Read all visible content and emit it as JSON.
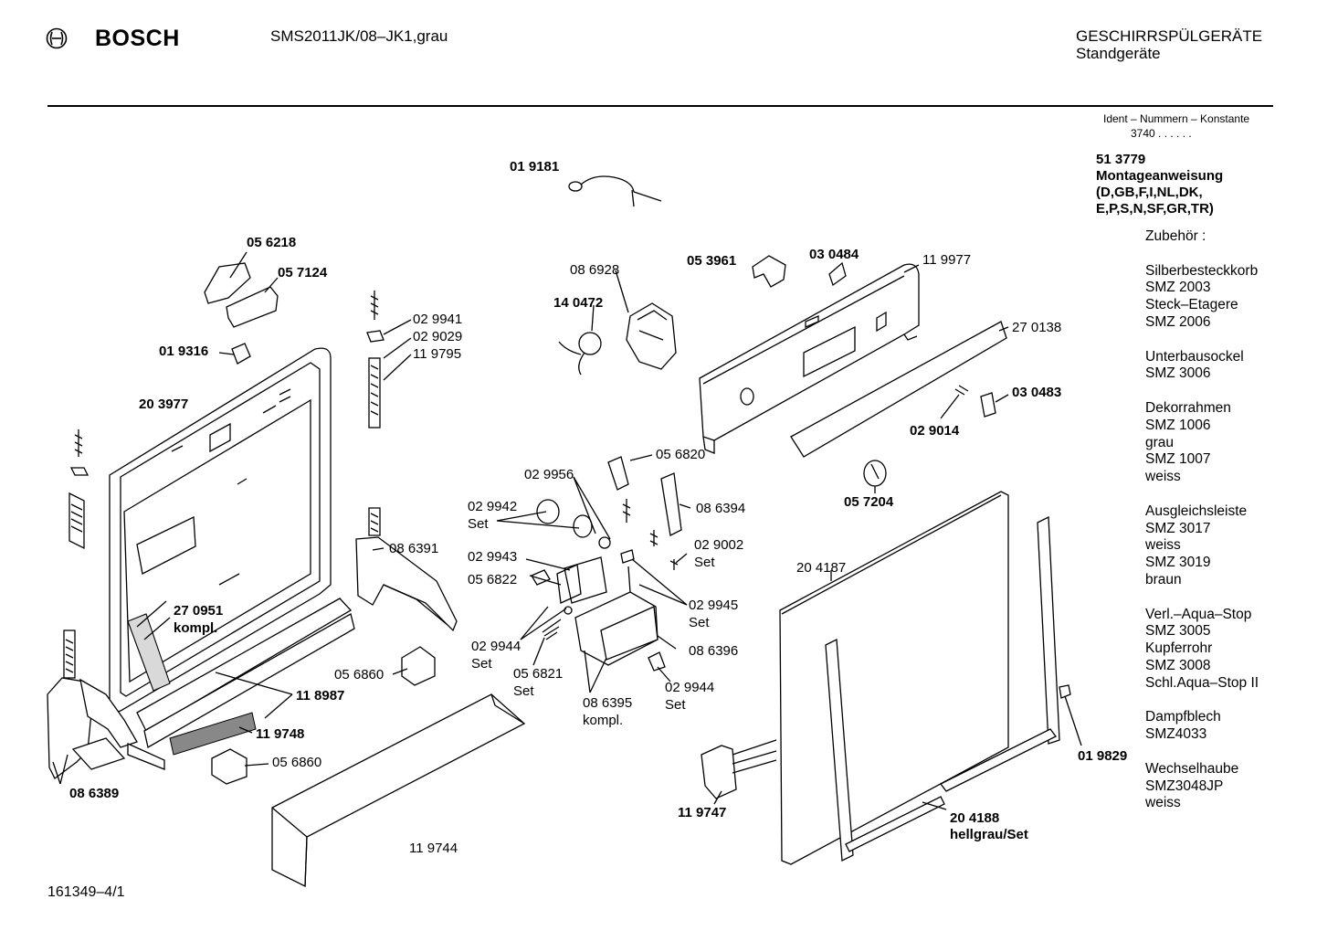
{
  "header": {
    "brand": "BOSCH",
    "model": "SMS2011JK/08–JK1,grau",
    "category_line1": "GESCHIRRSPÜLGERÄTE",
    "category_line2": "Standgeräte"
  },
  "ident": {
    "label": "Ident – Nummern – Konstante",
    "value": "3740 . .   . . . ."
  },
  "manual": {
    "number": "51 3779",
    "title": "Montageanweisung",
    "languages_1": "(D,GB,F,I,NL,DK,",
    "languages_2": "E,P,S,N,SF,GR,TR)"
  },
  "accessories": {
    "title": "Zubehör :",
    "groups": [
      [
        "Silberbesteckkorb",
        "SMZ 2003",
        "Steck–Etagere",
        "SMZ 2006"
      ],
      [
        "Unterbausockel",
        "SMZ 3006"
      ],
      [
        "Dekorrahmen",
        "SMZ 1006",
        "grau",
        "SMZ 1007",
        "weiss"
      ],
      [
        "Ausgleichsleiste",
        "SMZ 3017",
        "weiss",
        "SMZ 3019",
        "braun"
      ],
      [
        "Verl.–Aqua–Stop",
        "SMZ 3005",
        "Kupferrohr",
        "SMZ 3008",
        "Schl.Aqua–Stop II"
      ],
      [
        "Dampfblech",
        "SMZ4033"
      ],
      [
        "Wechselhaube",
        "SMZ3048JP",
        "weiss"
      ]
    ]
  },
  "footer": {
    "doc_number": "161349–4/1"
  },
  "parts": {
    "p019181": "01 9181",
    "p056218": "05 6218",
    "p057124": "05 7124",
    "p019316": "01 9316",
    "p203977": "20 3977",
    "p029941": "02 9941",
    "p029029": "02 9029",
    "p119795": "11 9795",
    "p086928": "08 6928",
    "p140472": "14 0472",
    "p053961": "05 3961",
    "p030484": "03 0484",
    "p119977": "11 9977",
    "p270138": "27 0138",
    "p030483": "03 0483",
    "p029014": "02 9014",
    "p057204": "05 7204",
    "p056820": "05 6820",
    "p029956": "02 9956",
    "p029942": "02 9942",
    "set": "Set",
    "p086394": "08 6394",
    "p029002": "02 9002",
    "p029943": "02 9943",
    "p056822": "05 6822",
    "p086391": "08 6391",
    "p204187": "20 4187",
    "p029945": "02 9945",
    "p270951": "27 0951",
    "kompl": "kompl.",
    "p029944": "02 9944",
    "p056821": "05 6821",
    "p086396": "08 6396",
    "p086395": "08 6395",
    "p056860": "05 6860",
    "p118987": "11 8987",
    "p119748": "11 9748",
    "p086389": "08 6389",
    "p119747": "11 9747",
    "p019829": "01 9829",
    "p204188": "20 4188",
    "hellgrau_set": "hellgrau/Set",
    "p119744": "11 9744"
  }
}
